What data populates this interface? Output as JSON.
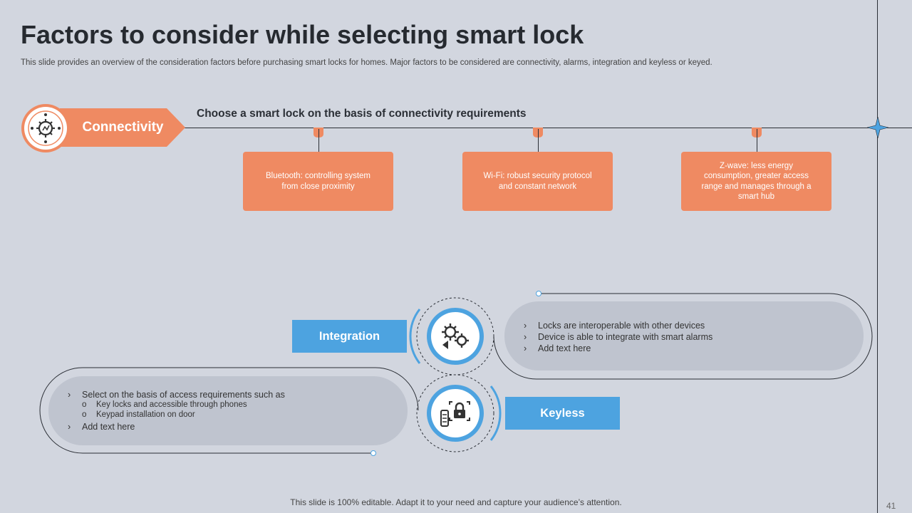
{
  "slide": {
    "title": "Factors to consider while selecting smart lock",
    "subtitle": "This slide provides an overview of the consideration factors before purchasing smart locks for homes. Major factors to  be considered are connectivity, alarms, integration and keyless or keyed.",
    "footer": "This slide is 100% editable. Adapt it to your need and capture your audience’s attention.",
    "page_number": "41"
  },
  "connectivity": {
    "label": "Connectivity",
    "icon": "gear-network-icon",
    "heading": "Choose a smart lock on the basis of connectivity requirements",
    "options": [
      {
        "text": "Bluetooth: controlling system from close proximity"
      },
      {
        "text": "Wi-Fi:  robust security protocol and constant network"
      },
      {
        "text": "Z-wave:  less energy consumption, greater access range and manages through a smart hub"
      }
    ]
  },
  "integration": {
    "label": "Integration",
    "icon": "gears-icon",
    "bullets": [
      "Locks are interoperable  with other devices",
      "Device  is able to integrate with smart alarms",
      "Add text here"
    ]
  },
  "keyless": {
    "label": "Keyless",
    "icon": "keyless-lock-icon",
    "bullet_1": "Select on the basis of access requirements  such as",
    "sub_items": [
      "Key locks and accessible through phones",
      "Keypad installation on door"
    ],
    "bullet_2": "Add text here"
  },
  "colors": {
    "background": "#d2d6df",
    "accent_orange": "#ef8a62",
    "accent_blue": "#4da3e0",
    "pill_gray": "#bfc4cf",
    "text_dark": "#262a30"
  }
}
